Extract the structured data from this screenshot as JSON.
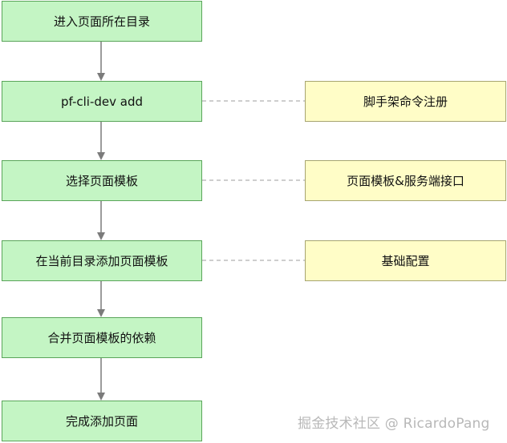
{
  "flow": {
    "steps": [
      "进入页面所在目录",
      "pf-cli-dev add",
      "选择页面模板",
      "在当前目录添加页面模板",
      "合并页面模板的依赖",
      "完成添加页面"
    ],
    "notes": [
      "脚手架命令注册",
      "页面模板&服务端接口",
      "基础配置"
    ]
  },
  "watermark": "掘金技术社区 @ RicardoPang",
  "colors": {
    "step_fill": "#c4f5c4",
    "step_border": "#5aa55a",
    "note_fill": "#fffdc7",
    "note_border": "#a7a570",
    "connector": "#7b7b7b",
    "dashed_line": "#9d9d9d",
    "watermark": "#b8b8b8"
  }
}
